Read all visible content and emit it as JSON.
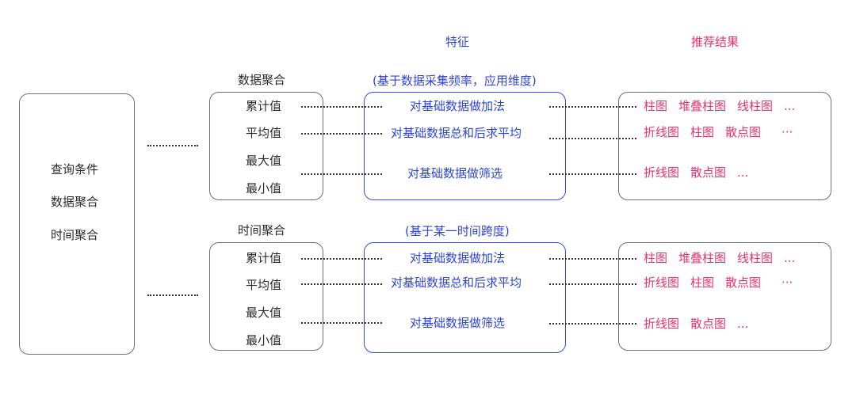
{
  "headers": {
    "features": "特征",
    "results": "推荐结果"
  },
  "query_box": {
    "items": [
      "查询条件",
      "数据聚合",
      "时间聚合"
    ]
  },
  "groups": [
    {
      "title": "数据聚合",
      "feature_note": "(基于数据采集频率，应用维度)",
      "metrics": [
        "累计值",
        "平均值",
        "最大值",
        "最小值"
      ],
      "features": [
        "对基础数据做加法",
        "对基础数据总和后求平均",
        "对基础数据做筛选"
      ],
      "results": [
        [
          "柱图",
          "堆叠柱图",
          "线柱图",
          "..."
        ],
        [
          "折线图",
          "柱图",
          "散点图",
          "···"
        ],
        [
          "折线图",
          "散点图",
          "..."
        ]
      ]
    },
    {
      "title": "时间聚合",
      "feature_note": "(基于某一时间跨度)",
      "metrics": [
        "累计值",
        "平均值",
        "最大值",
        "最小值"
      ],
      "features": [
        "对基础数据做加法",
        "对基础数据总和后求平均",
        "对基础数据做筛选"
      ],
      "results": [
        [
          "柱图",
          "堆叠柱图",
          "线柱图",
          "..."
        ],
        [
          "折线图",
          "柱图",
          "散点图",
          "···"
        ],
        [
          "折线图",
          "散点图",
          "..."
        ]
      ]
    }
  ],
  "colors": {
    "feature_blue": "#2f45d6",
    "result_pink": "#e8326a",
    "box_gray": "#6f6f6f"
  }
}
